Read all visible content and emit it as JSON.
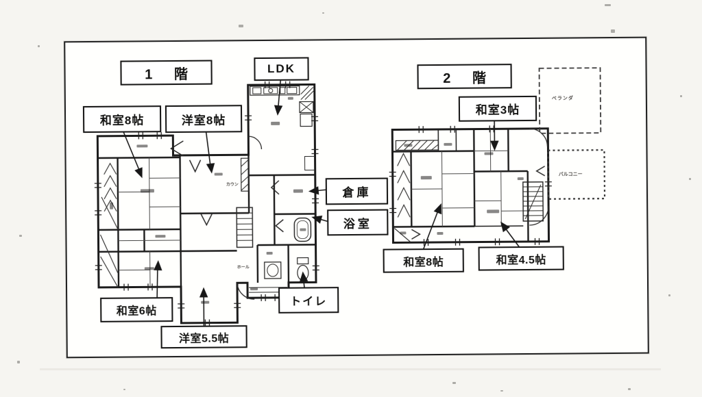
{
  "floor1": {
    "title": "1 階",
    "rooms": {
      "washitsu8": "和室8帖",
      "yoshitsu8": "洋室8帖",
      "ldk": "LDK",
      "souko": "倉庫",
      "yokushitsu": "浴室",
      "washitsu6": "和室6帖",
      "yoshitsu55": "洋室5.5帖",
      "toilet": "トイレ"
    }
  },
  "floor2": {
    "title": "2 階",
    "rooms": {
      "washitsu3": "和室3帖",
      "washitsu8": "和室8帖",
      "washitsu45": "和室4.5帖"
    },
    "outdoor": {
      "veranda": "ベランダ",
      "balcony": "バルコニー"
    }
  },
  "annotations": {
    "counter": "カウン",
    "hall": "ホール"
  },
  "colors": {
    "ink": "#222222",
    "paper": "#fcfbf8"
  }
}
